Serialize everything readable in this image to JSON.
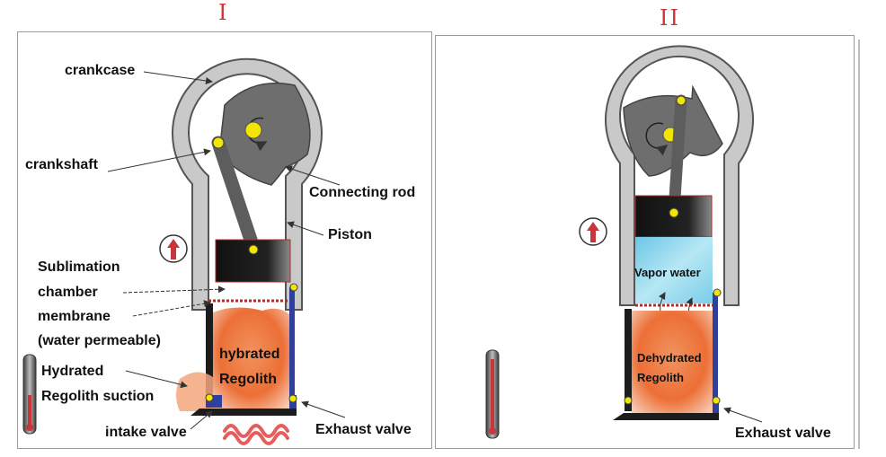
{
  "panels": {
    "left_numeral": "I",
    "right_numeral": "II"
  },
  "labels": {
    "crankcase": "crankcase",
    "crankshaft": "crankshaft",
    "connecting_rod": "Connecting rod",
    "piston": "Piston",
    "sublimation_line1": "Sublimation",
    "sublimation_line2": "chamber",
    "membrane_line1": "membrane",
    "membrane_line2": "(water permeable)",
    "hydrated_suction_line1": "Hydrated",
    "hydrated_suction_line2": "Regolith suction",
    "intake_valve": "intake valve",
    "exhaust_valve_left": "Exhaust valve",
    "hybrated_line1": "hybrated",
    "hybrated_line2": "Regolith",
    "vapor_water": "Vapor water",
    "dehydrated_line1": "Dehydrated",
    "dehydrated_line2": "Regolith",
    "exhaust_valve_right": "Exhaust valve"
  },
  "colors": {
    "numeral": "#c8363b",
    "engine_body": "#c9c9c9",
    "engine_outline": "#555555",
    "rotor": "#6e6e6e",
    "pin": "#f2e600",
    "piston": "#1c1c1c",
    "regolith": "#ee7a43",
    "vapor": "#8fd6ea",
    "membrane": "#b22a2a",
    "valve": "#2f3f9e",
    "heat": "#e24b4b"
  },
  "icons": [
    "up-arrow-icon",
    "thermometer-icon",
    "rotation-arrow-icon",
    "heat-wave-icon"
  ]
}
